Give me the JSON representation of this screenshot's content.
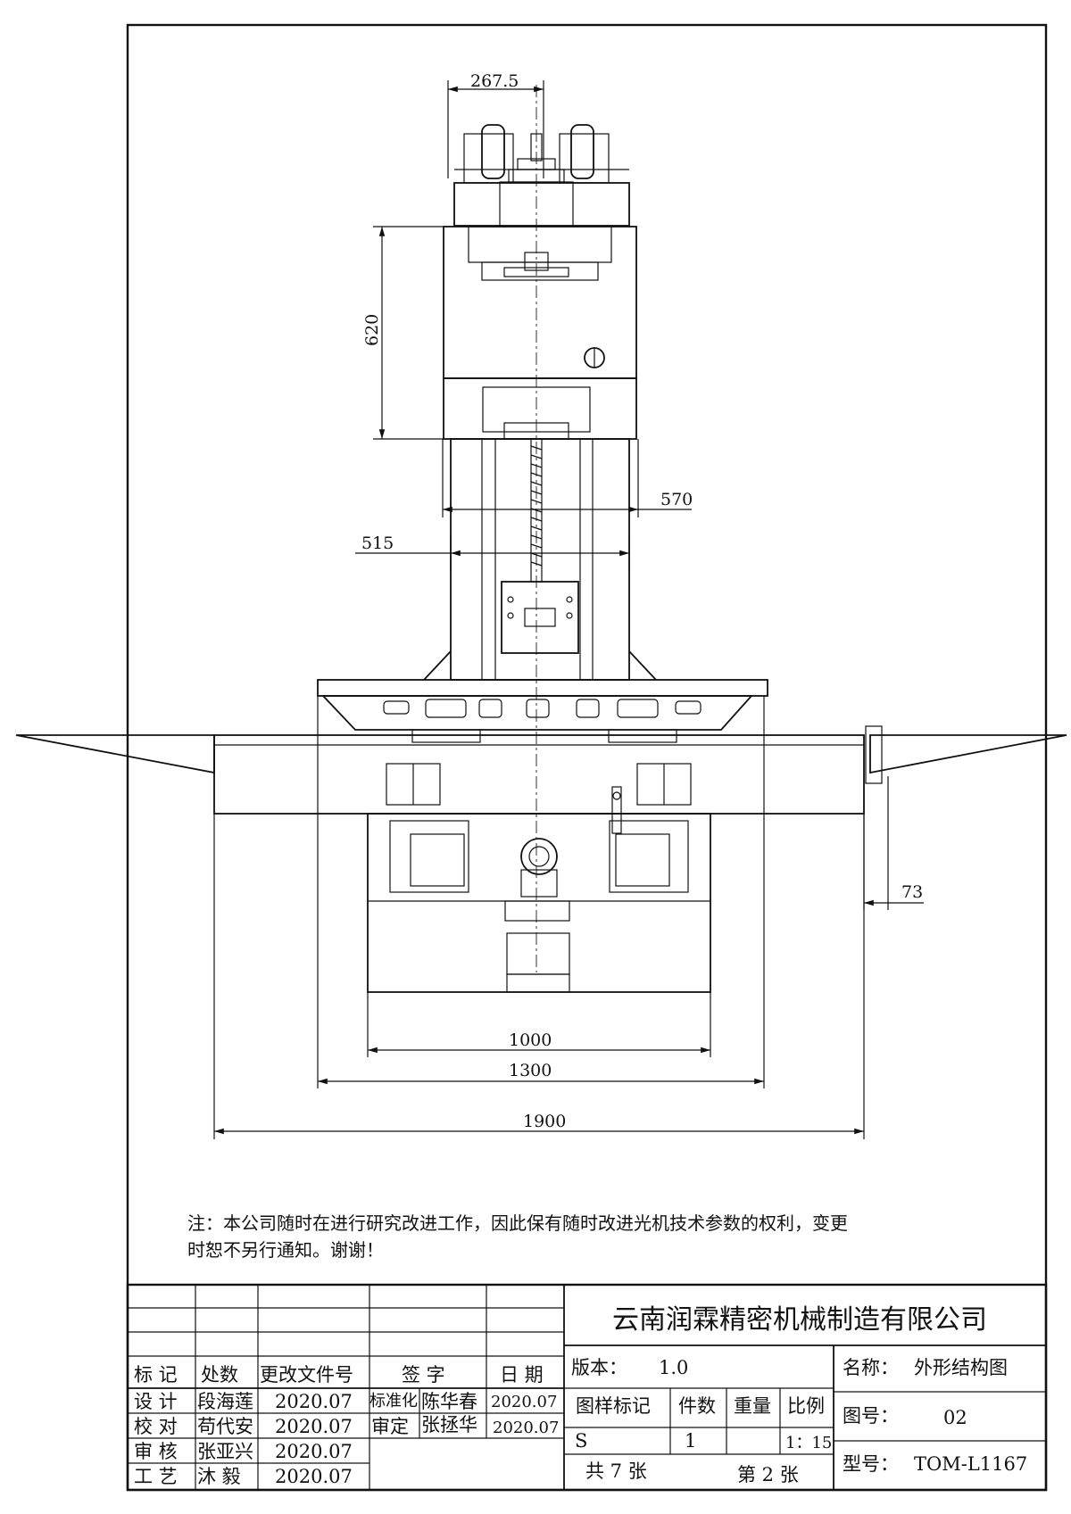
{
  "dimensions": {
    "d_267": "267.5",
    "d_620": "620",
    "d_570": "570",
    "d_515": "515",
    "d_73": "73",
    "d_1000": "1000",
    "d_1300": "1300",
    "d_1900": "1900"
  },
  "note": {
    "line1": "注：本公司随时在进行研究改进工作，因此保有随时改进光机技术参数的权利，变更",
    "line2": "时恕不另行通知。谢谢！"
  },
  "title_block": {
    "company": "云南润霖精密机械制造有限公司",
    "rev_headers": [
      "标 记",
      "处数",
      "更改文件号",
      "签 字",
      "日 期"
    ],
    "sign_rows": [
      {
        "role": "设 计",
        "name": "段海莲",
        "date": "2020.07"
      },
      {
        "role": "校 对",
        "name": "苟代安",
        "date": "2020.07"
      },
      {
        "role": "审 核",
        "name": "张亚兴",
        "date": "2020.07"
      },
      {
        "role": "工 艺",
        "name": "沐 毅",
        "date": "2020.07"
      }
    ],
    "std_label": "标准化",
    "std_name": "陈华春",
    "std_date": "2020.07",
    "approve_label": "审定",
    "approve_name": "张拯华",
    "approve_date": "2020.07",
    "version_label": "版本：",
    "version_value": "1.0",
    "name_label": "名称：",
    "name_value": "外形结构图",
    "mark_label": "图样标记",
    "qty_label": "件数",
    "weight_label": "重量",
    "scale_label": "比例",
    "mark_value": "S",
    "qty_value": "1",
    "scale_value": "1：15",
    "drawing_no_label": "图号：",
    "drawing_no_value": "02",
    "model_label": "型号：",
    "model_value": "TOM-L1167",
    "total_sheets": "共 7 张",
    "sheet_no": "第 2 张"
  }
}
